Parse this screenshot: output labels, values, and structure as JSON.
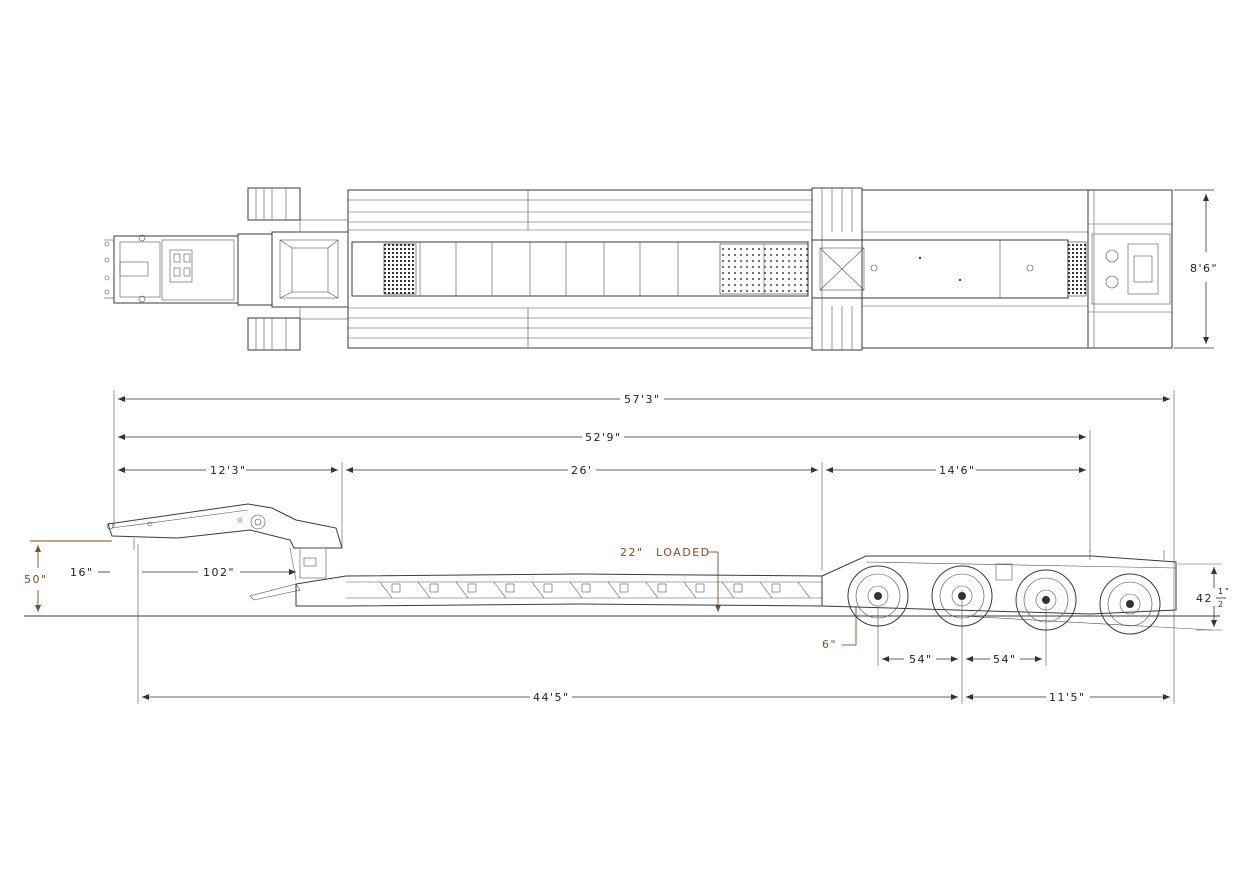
{
  "drawing": {
    "dimensions": {
      "width_top": "8'6\"",
      "overall_length": "57'3\"",
      "length_52": "52'9\"",
      "gooseneck": "12'3\"",
      "deck": "26'",
      "rear_section": "14'6\"",
      "front_overhang": "16\"",
      "kingpin_to_deck": "102\"",
      "front_height": "50\"",
      "loaded_height": "22\"",
      "loaded_label": "LOADED",
      "ground_clear": "6\"",
      "axle_spacing_1": "54\"",
      "axle_spacing_2": "54\"",
      "length_44": "44'5\"",
      "rear_length": "11'5\"",
      "rear_height_whole": "42",
      "rear_height_num": "1",
      "rear_height_den": "2",
      "rear_height_unit": "\""
    },
    "colors": {
      "line": "#3a3a3a",
      "accent_brown": "#8a4a22",
      "background": "#ffffff"
    }
  }
}
